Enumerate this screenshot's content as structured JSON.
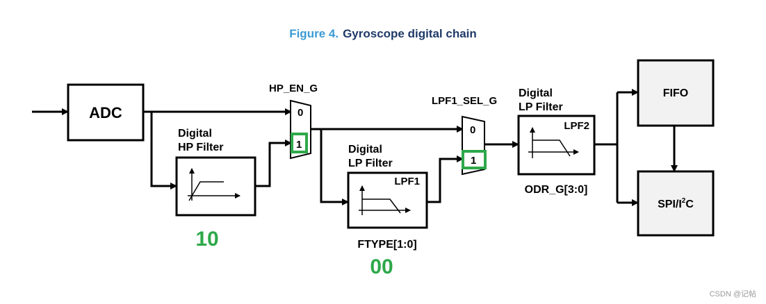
{
  "title": {
    "number": "Figure 4.",
    "text": "Gyroscope digital chain"
  },
  "blocks": {
    "adc": "ADC",
    "hp_filter": {
      "line1": "Digital",
      "line2": "HP Filter"
    },
    "lpf1": {
      "line1": "Digital",
      "line2": "LP Filter",
      "name": "LPF1"
    },
    "lpf2": {
      "line1": "Digital",
      "line2": "LP Filter",
      "name": "LPF2"
    },
    "fifo": "FIFO",
    "spi": {
      "base": "SPI/I",
      "sup": "2",
      "rest": "C"
    }
  },
  "muxes": {
    "hp_en": {
      "label": "HP_EN_G",
      "in0": "0",
      "in1": "1"
    },
    "lpf1_sel": {
      "label": "LPF1_SEL_G",
      "in0": "0",
      "in1": "1"
    }
  },
  "config": {
    "ftype": "FTYPE[1:0]",
    "odr": "ODR_G[3:0]",
    "hp_value": "10",
    "ftype_value": "00"
  },
  "colors": {
    "highlight": "#2ea84a",
    "block_fill": "#f2f2f2",
    "title_number": "#3a9bd5",
    "title_text": "#1f3a68"
  },
  "watermark": "CSDN @记帖"
}
